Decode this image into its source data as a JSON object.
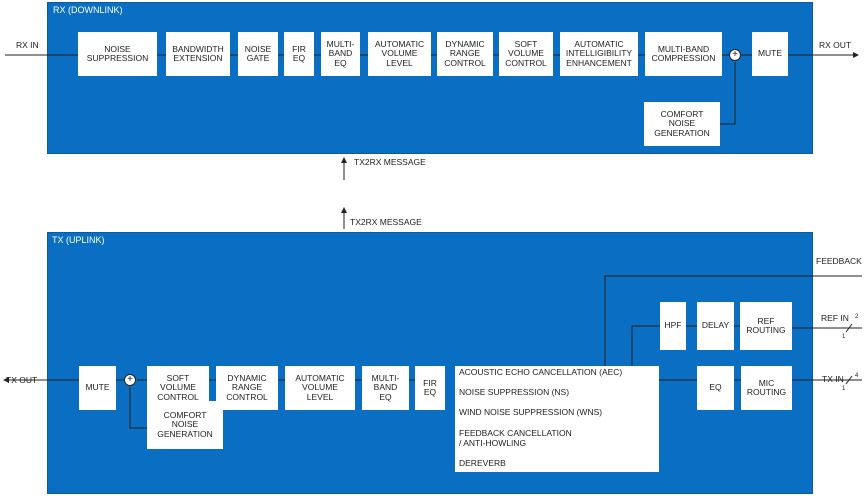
{
  "rx": {
    "title": "RX  (DOWNLINK)",
    "input_label": "RX IN",
    "output_label": "RX OUT",
    "blocks": {
      "noise_suppression": "NOISE\nSUPPRESSION",
      "bandwidth_extension": "BANDWIDTH\nEXTENSION",
      "noise_gate": "NOISE\nGATE",
      "fir_eq": "FIR\nEQ",
      "multiband_eq": "MULTI-\nBAND\nEQ",
      "avl": "AUTOMATIC\nVOLUME\nLEVEL",
      "drc": "DYNAMIC\nRANGE\nCONTROL",
      "svc": "SOFT\nVOLUME\nCONTROL",
      "aie": "AUTOMATIC\nINTELLIGIBILITY\nENHANCEMENT",
      "mbc": "MULTI-BAND\nCOMPRESSION",
      "mute": "MUTE",
      "cng": "COMFORT\nNOISE\nGENERATION"
    },
    "message": "TX2RX MESSAGE"
  },
  "tx": {
    "title": "TX (UPLINK)",
    "message": "TX2RX MESSAGE",
    "output_label": "TX OUT",
    "feedback_label": "FEEDBACK",
    "ref_in_label": "REF IN",
    "tx_in_label": "TX IN",
    "ref_in_channels": "2",
    "tx_in_channels": "4",
    "ref_in_tick": "1",
    "tx_in_tick": "1",
    "blocks": {
      "mute": "MUTE",
      "svc": "SOFT\nVOLUME\nCONTROL",
      "drc": "DYNAMIC\nRANGE\nCONTROL",
      "avl": "AUTOMATIC\nVOLUME\nLEVEL",
      "multiband_eq": "MULTI-\nBAND\nEQ",
      "fir_eq": "FIR\nEQ",
      "eq": "EQ",
      "mic_routing": "MIC\nROUTING",
      "hpf": "HPF",
      "delay": "DELAY",
      "ref_routing": "REF\nROUTING",
      "cng": "COMFORT\nNOISE\nGENERATION"
    },
    "aec_items": [
      "ACOUSTIC ECHO CANCELLATION (AEC)",
      "NOISE SUPPRESSION (NS)",
      "WIND NOISE SUPPRESSION (WNS)",
      "FEEDBACK CANCELLATION\n/ ANTI-HOWLING",
      "DEREVERB"
    ]
  },
  "sum_symbol": "+",
  "colors": {
    "panel": "#0a6fc2",
    "block": "#ffffff",
    "wire": "#222222"
  }
}
